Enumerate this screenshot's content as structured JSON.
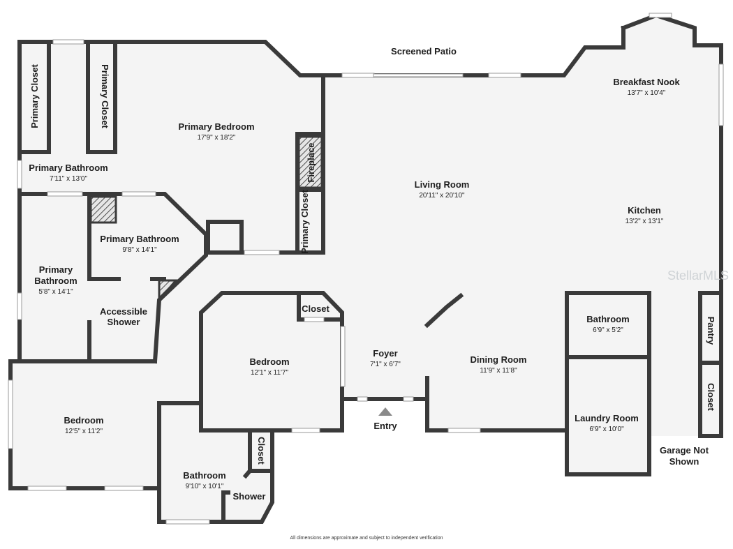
{
  "rooms": {
    "screened_patio": {
      "name": "Screened Patio"
    },
    "breakfast_nook": {
      "name": "Breakfast Nook",
      "dims": "13'7\" x 10'4\""
    },
    "primary_bedroom": {
      "name": "Primary Bedroom",
      "dims": "17'9\" x 18'2\""
    },
    "primary_closet_1": {
      "name": "Primary Closet"
    },
    "primary_closet_2": {
      "name": "Primary Closet"
    },
    "primary_closet_3": {
      "name": "Primary Closet"
    },
    "fireplace": {
      "name": "Fireplace"
    },
    "primary_bathroom_1": {
      "name": "Primary Bathroom",
      "dims": "7'11\" x 13'0\""
    },
    "primary_bathroom_2": {
      "name": "Primary Bathroom",
      "dims": "9'8\" x 14'1\""
    },
    "primary_bathroom_3": {
      "name_line1": "Primary",
      "name_line2": "Bathroom",
      "dims": "5'8\" x 14'1\""
    },
    "accessible_shower": {
      "name_line1": "Accessible",
      "name_line2": "Shower"
    },
    "living_room": {
      "name": "Living Room",
      "dims": "20'11\" x 20'10\""
    },
    "kitchen": {
      "name": "Kitchen",
      "dims": "13'2\" x 13'1\""
    },
    "bedroom_1": {
      "name": "Bedroom",
      "dims": "12'1\" x 11'7\""
    },
    "closet_bedroom_1": {
      "name": "Closet"
    },
    "foyer": {
      "name": "Foyer",
      "dims": "7'1\" x 6'7\""
    },
    "entry": {
      "name": "Entry"
    },
    "dining_room": {
      "name": "Dining Room",
      "dims": "11'9\" x 11'8\""
    },
    "bathroom_1": {
      "name": "Bathroom",
      "dims": "6'9\" x 5'2\""
    },
    "pantry": {
      "name": "Pantry"
    },
    "closet_kitchen": {
      "name": "Closet"
    },
    "laundry_room": {
      "name": "Laundry Room",
      "dims": "6'9\" x 10'0\""
    },
    "garage": {
      "name_line1": "Garage Not",
      "name_line2": "Shown"
    },
    "bedroom_2": {
      "name": "Bedroom",
      "dims": "12'5\" x 11'2\""
    },
    "bathroom_2": {
      "name": "Bathroom",
      "dims": "9'10\" x 10'1\""
    },
    "closet_bathroom_2": {
      "name": "Closet"
    },
    "shower": {
      "name": "Shower"
    }
  },
  "watermark": "StellarMLS",
  "footnote": "All dimensions are approximate and subject to independent verification",
  "colors": {
    "wall": "#3a3a3a",
    "floor": "#f4f4f4",
    "text": "#1e1e1e"
  }
}
